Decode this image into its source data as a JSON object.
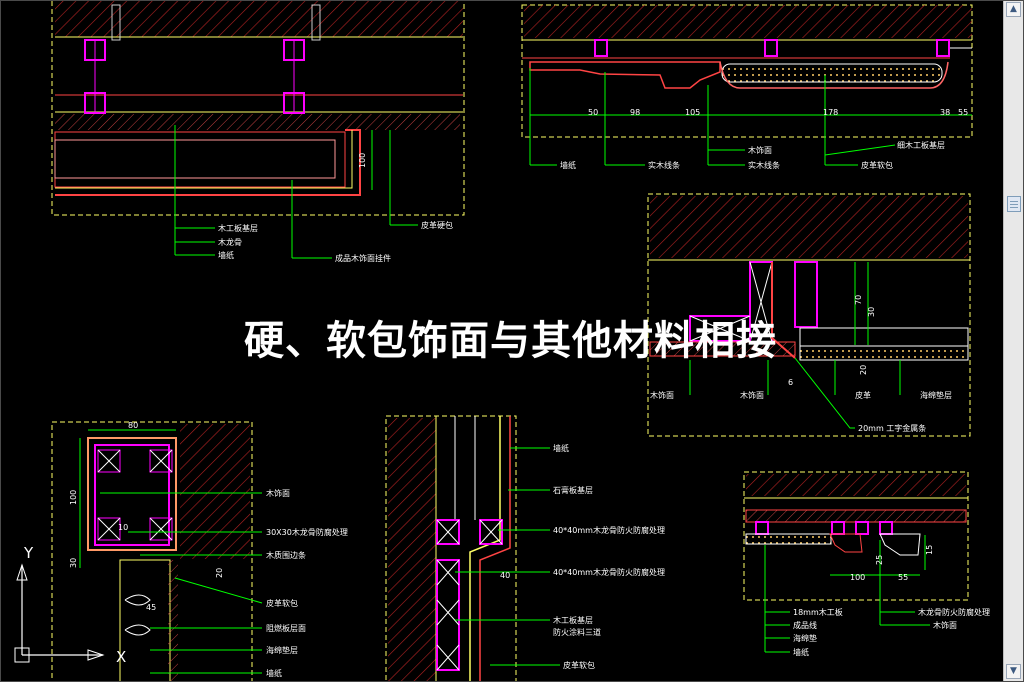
{
  "title": "硬、软包饰面与其他材料相接",
  "colors": {
    "background": "#000000",
    "line": "#ffffff",
    "leader": "#00ff00",
    "frame": "#ffff66",
    "hatch": "#ff3b3b",
    "wood": "#ff00ff",
    "text": "#ffffff"
  },
  "panels": {
    "top_left": {
      "labels": [
        "木工板基层",
        "木龙骨",
        "墙纸",
        "成品木饰面挂件",
        "皮革硬包"
      ],
      "dims": [
        "100"
      ]
    },
    "top_right": {
      "labels": [
        "墙纸",
        "实木线条",
        "木饰面",
        "实木线条",
        "皮革软包",
        "细木工板基层"
      ],
      "dims": [
        "50",
        "98",
        "105",
        "178",
        "38",
        "55"
      ]
    },
    "middle_right": {
      "labels": [
        "木饰面",
        "木饰面",
        "皮革",
        "海绵垫层",
        "20mm 工字金属条"
      ],
      "dims": [
        "70",
        "30",
        "20",
        "6"
      ]
    },
    "bottom_left": {
      "labels": [
        "木饰面",
        "30X30木龙骨防腐处理",
        "木质围边条",
        "皮革软包",
        "阻燃板层面",
        "海绵垫层",
        "墙纸"
      ],
      "dims": [
        "80",
        "100",
        "10",
        "30",
        "20",
        "45"
      ]
    },
    "bottom_middle": {
      "labels": [
        "墙纸",
        "石膏板基层",
        "40*40mm木龙骨防火防腐处理",
        "40*40mm木龙骨防火防腐处理",
        "木工板基层",
        "防火涂料三道",
        "皮革软包"
      ],
      "dims": [
        "40"
      ]
    },
    "bottom_right": {
      "labels": [
        "18mm木工板",
        "成品线",
        "海绵垫",
        "墙纸",
        "木龙骨防火防腐处理",
        "木饰面"
      ],
      "dims": [
        "100",
        "55",
        "15",
        "25"
      ]
    }
  },
  "ucs": {
    "y_label": "Y",
    "x_label": "X"
  }
}
